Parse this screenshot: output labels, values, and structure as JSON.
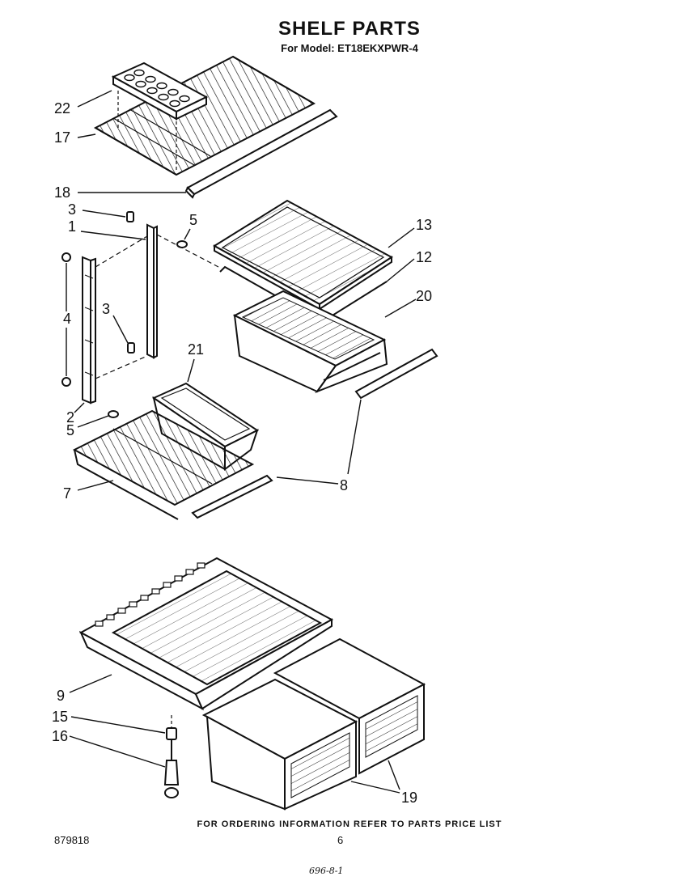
{
  "header": {
    "title": "SHELF PARTS",
    "model": "For Model: ET18EKXPWR-4"
  },
  "callouts": [
    "22",
    "17",
    "18",
    "3",
    "1",
    "5",
    "4",
    "3",
    "2",
    "5",
    "7",
    "21",
    "13",
    "12",
    "20",
    "8",
    "9",
    "15",
    "16",
    "19"
  ],
  "footer": {
    "ordering_note": "FOR ORDERING INFORMATION REFER TO PARTS PRICE LIST",
    "doc_number": "879818",
    "page_number": "6",
    "handwritten": "696-8-1"
  }
}
